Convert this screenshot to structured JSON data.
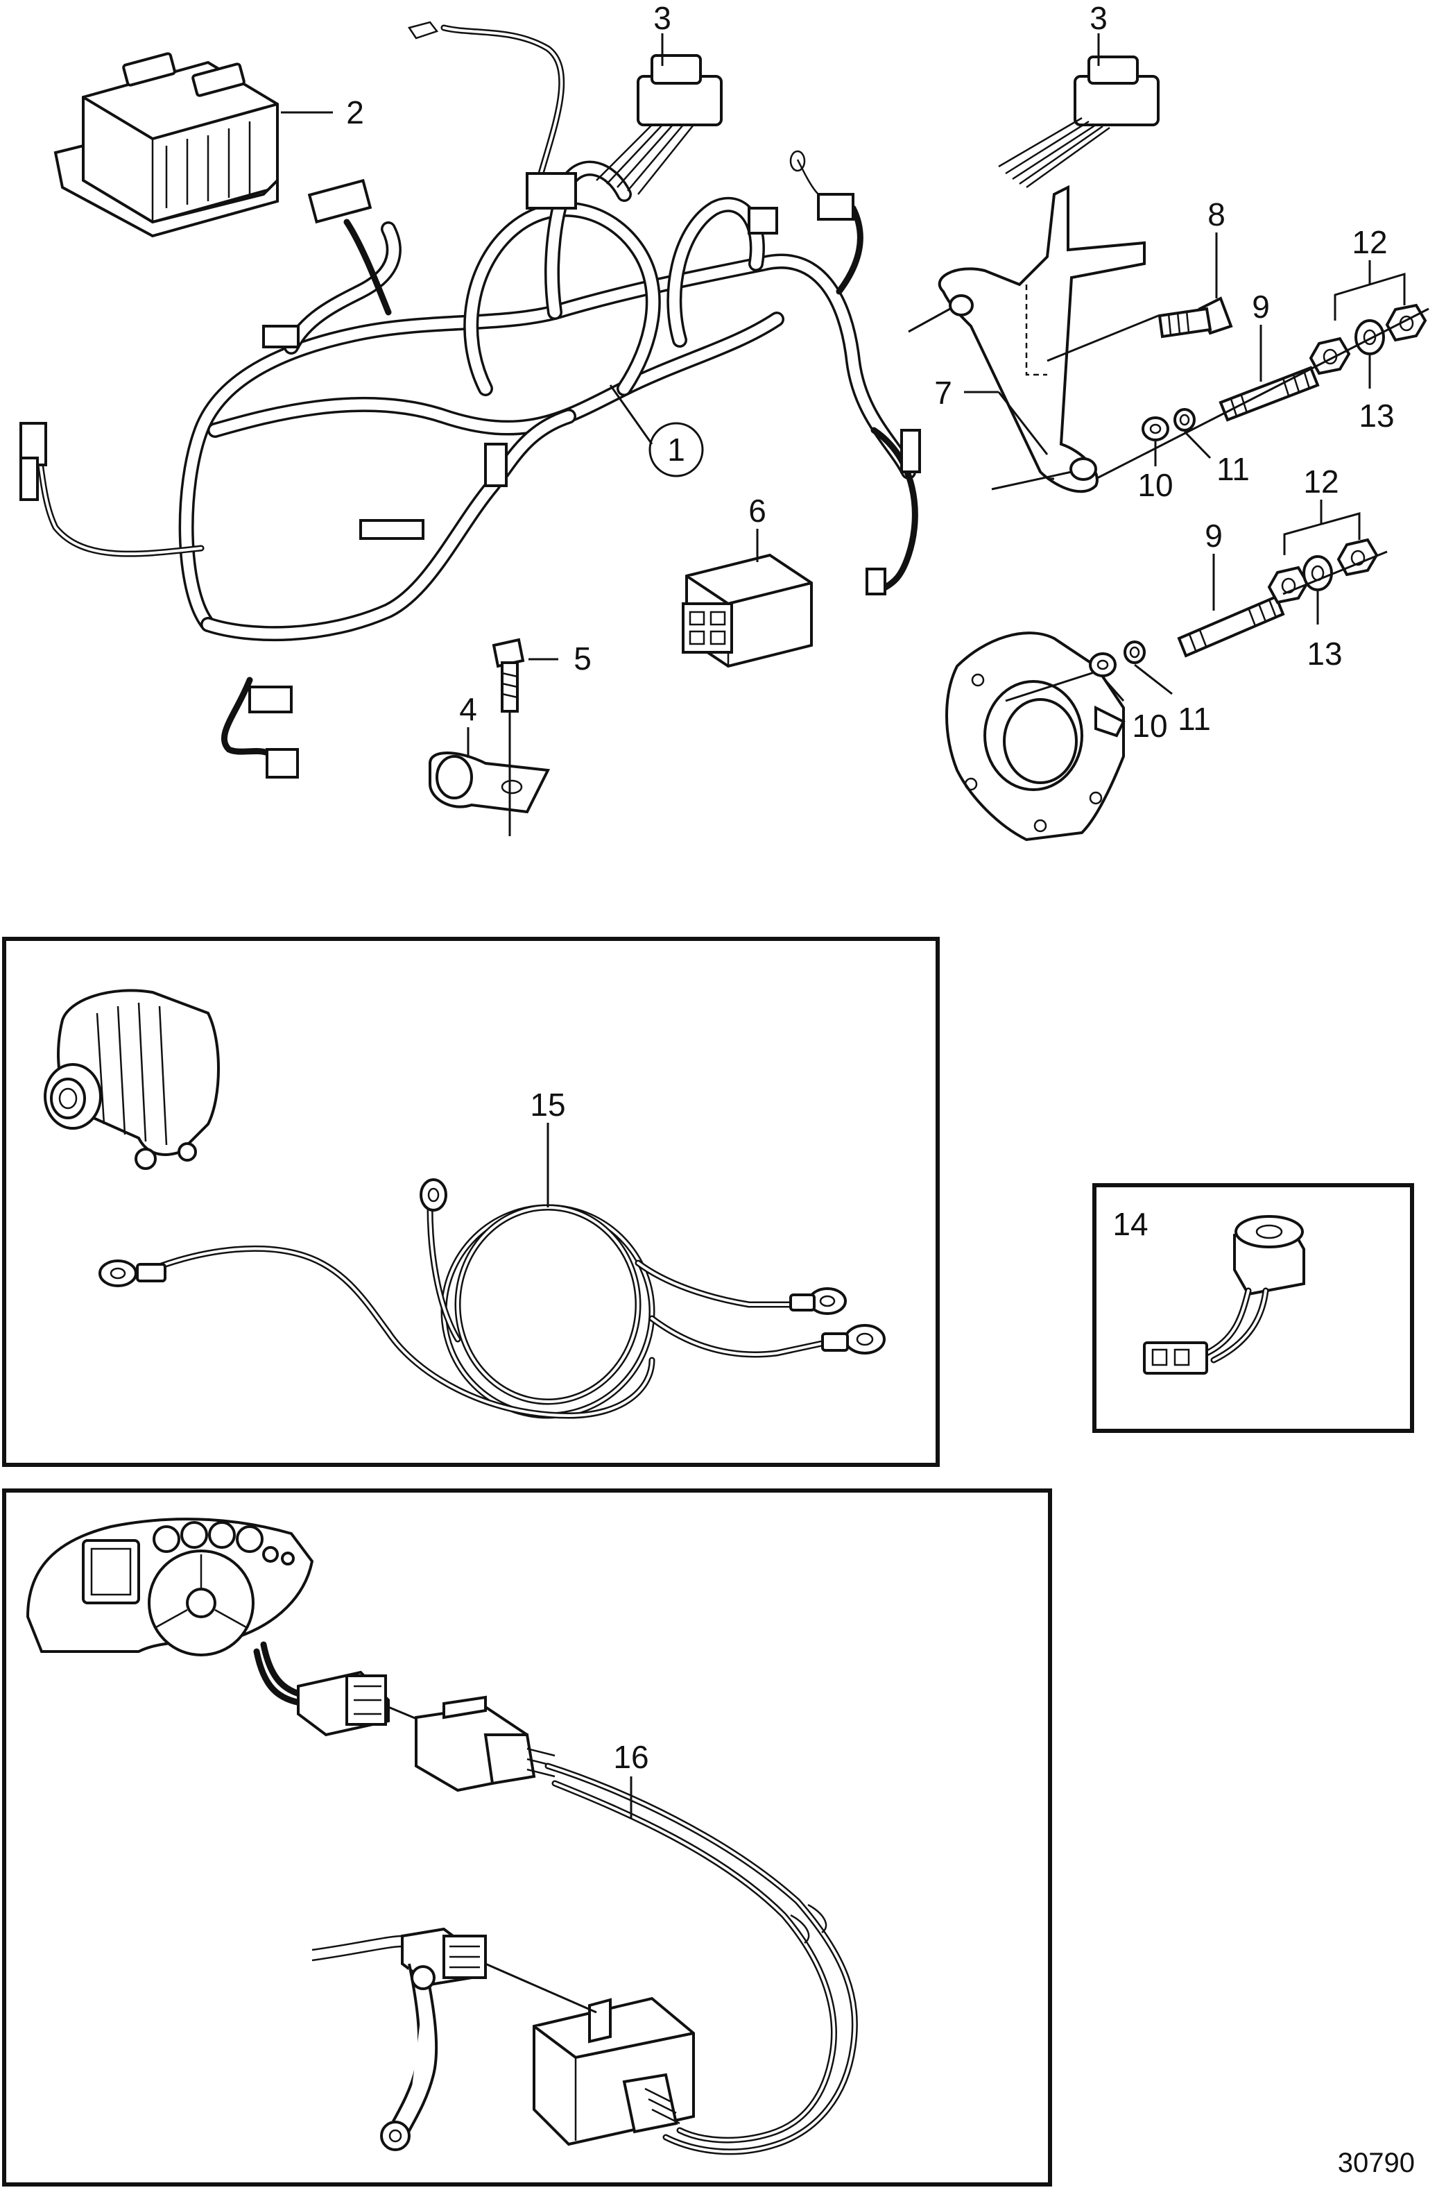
{
  "callouts": {
    "c1": "1",
    "c2": "2",
    "c3a": "3",
    "c3b": "3",
    "c4": "4",
    "c5": "5",
    "c6": "6",
    "c7": "7",
    "c8": "8",
    "c9a": "9",
    "c9b": "9",
    "c10a": "10",
    "c10b": "10",
    "c11a": "11",
    "c11b": "11",
    "c12a": "12",
    "c12b": "12",
    "c13a": "13",
    "c13b": "13",
    "c14": "14",
    "c15": "15",
    "c16": "16"
  },
  "figure_number": "30790"
}
